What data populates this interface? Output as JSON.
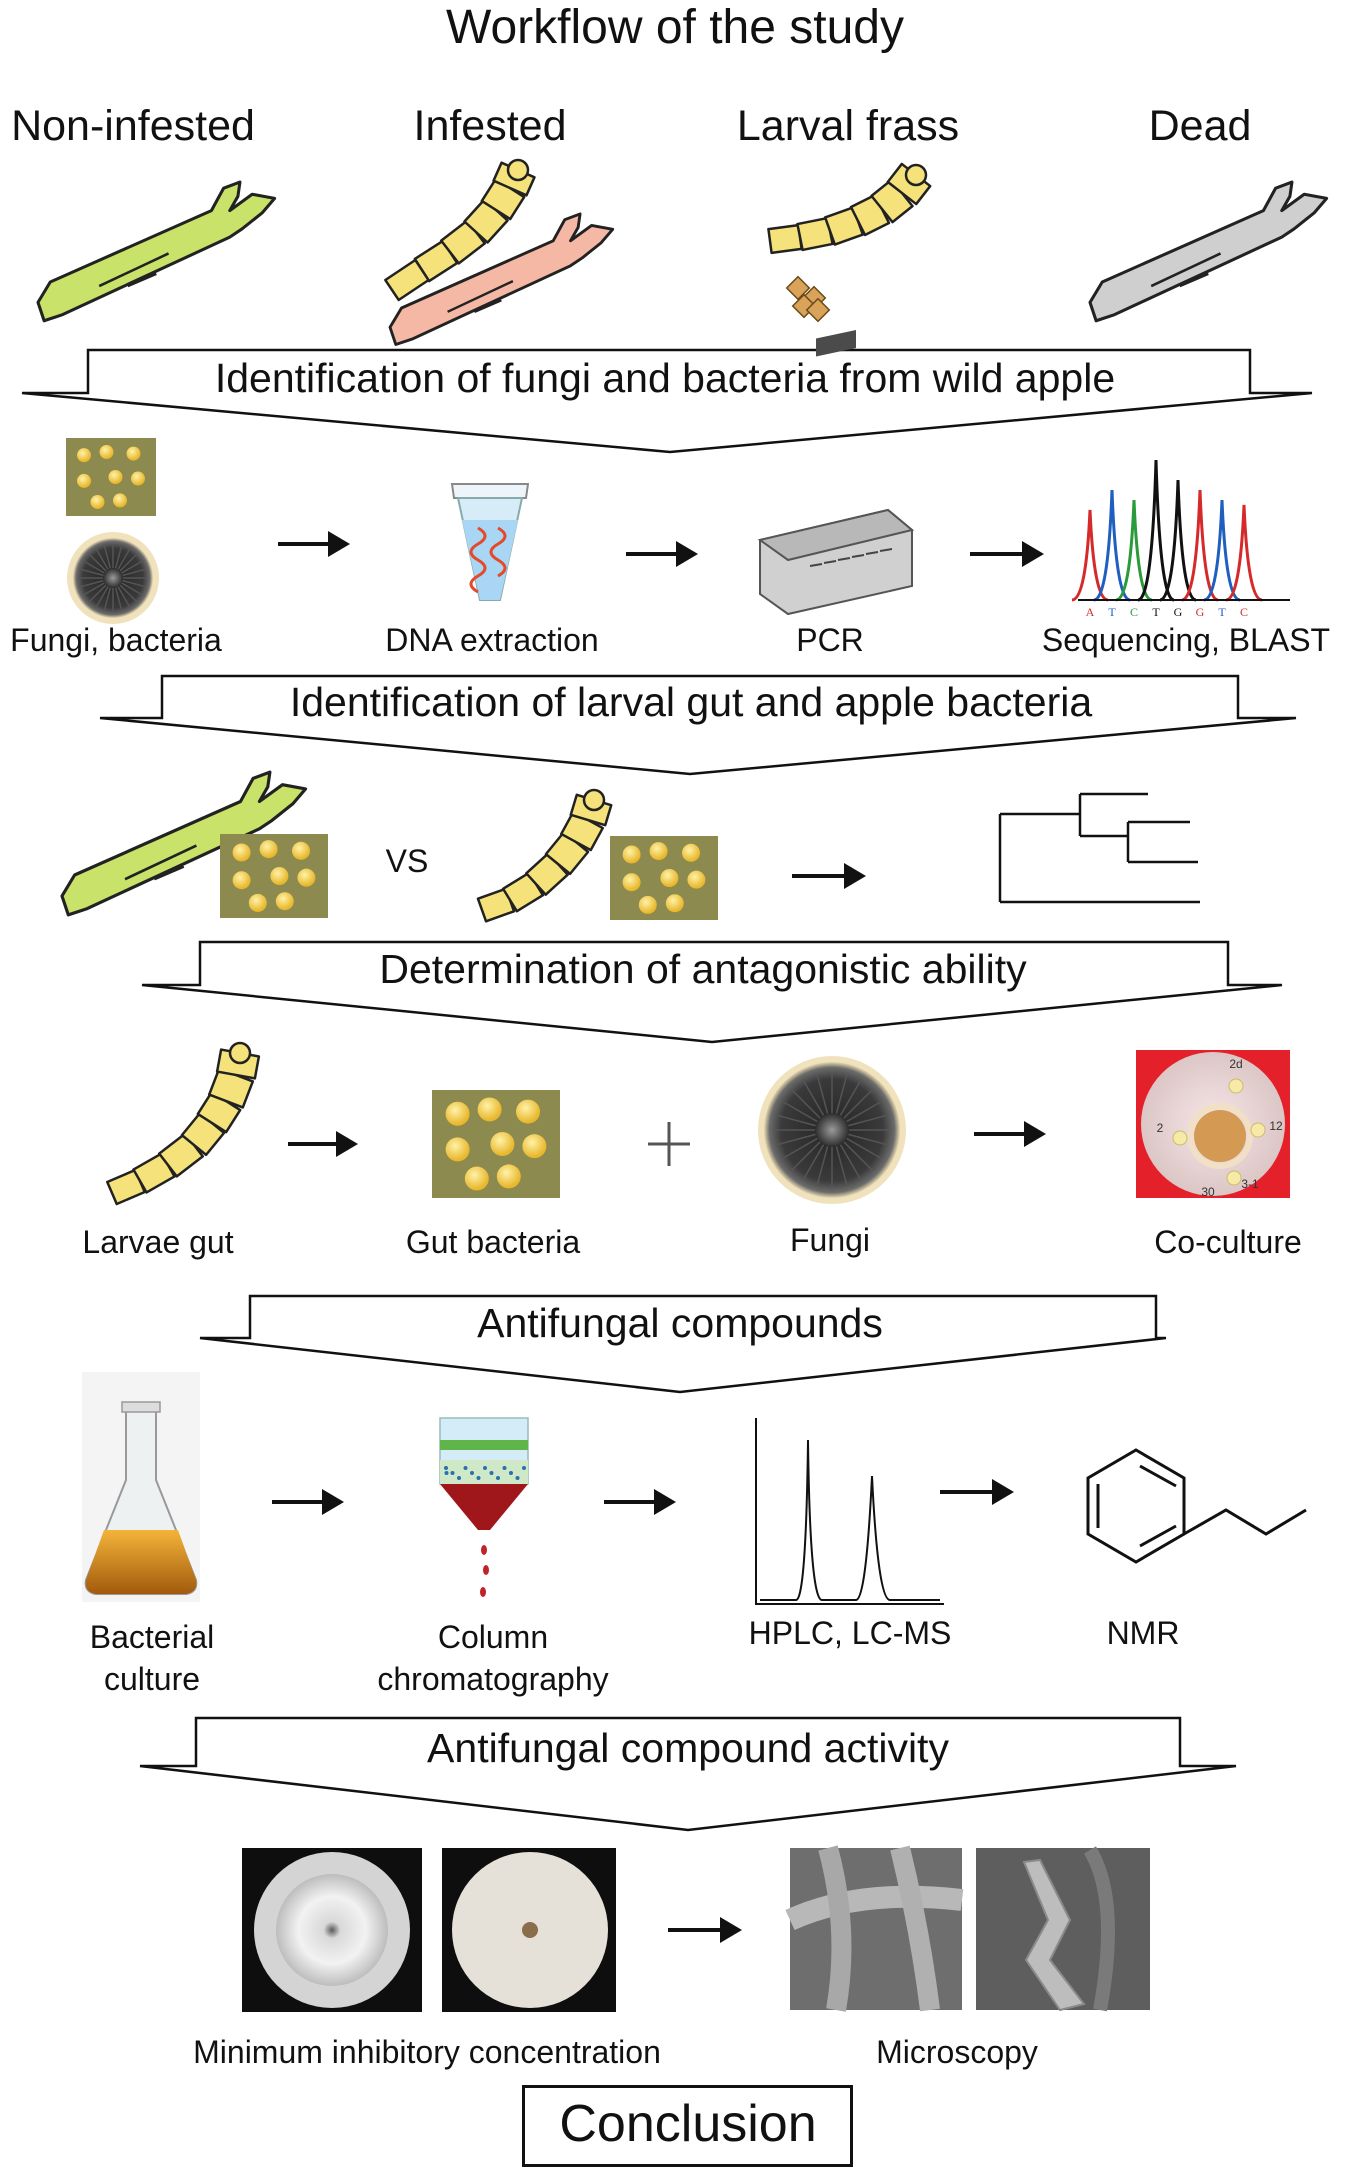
{
  "title": "Workflow of the study",
  "categories": [
    "Non-infested",
    "Infested",
    "Larval frass",
    "Dead"
  ],
  "stages": [
    {
      "banner": "Identification of fungi and bacteria from wild apple",
      "steps": [
        "Fungi, bacteria",
        "DNA extraction",
        "PCR",
        "Sequencing, BLAST"
      ],
      "sequence_letters": [
        "A",
        "T",
        "C",
        "T",
        "G",
        "G",
        "T",
        "C"
      ]
    },
    {
      "banner": "Identification of larval gut and apple bacteria",
      "vs_label": "VS"
    },
    {
      "banner": "Determination of antagonistic ability",
      "steps": [
        "Larvae gut",
        "Gut bacteria",
        "Fungi",
        "Co-culture"
      ],
      "plate_labels": [
        "2d",
        "2",
        "12",
        "3-1",
        "30"
      ]
    },
    {
      "banner": "Antifungal compounds",
      "steps": [
        "Bacterial\nculture",
        "Column\nchromatography",
        "HPLC, LC-MS",
        "NMR"
      ]
    },
    {
      "banner": "Antifungal compound activity",
      "steps": [
        "Minimum inhibitory concentration",
        "Microscopy"
      ]
    }
  ],
  "conclusion": "Conclusion",
  "colors": {
    "branch_green": "#c8e26a",
    "branch_pink": "#f4b8a4",
    "branch_gray": "#cfcfcf",
    "larva_yellow": "#f6e27a",
    "frass_brown": "#d9a35a",
    "plate_olive": "#8c8a4e",
    "colony_yellow": "#f2c744",
    "petri_red": "#e4202a"
  }
}
